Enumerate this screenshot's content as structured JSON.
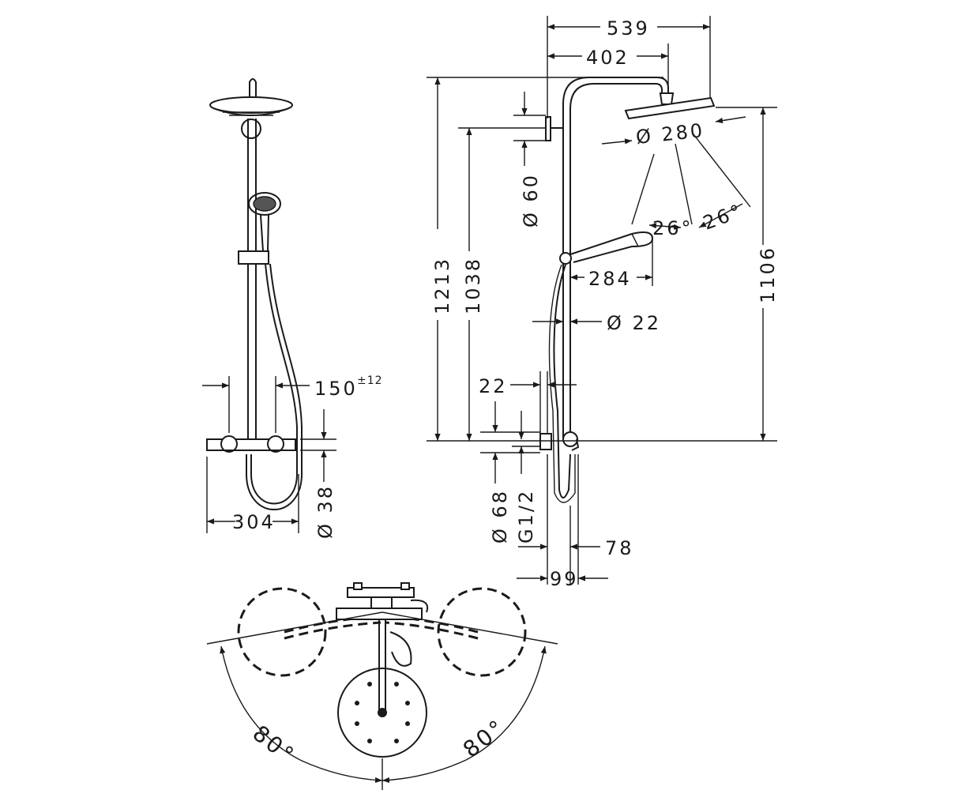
{
  "dimensions": {
    "overall_width": "539",
    "arm_length": "402",
    "total_height": "1213",
    "bracket_height": "1038",
    "head_height": "1106",
    "head_diameter": "Ø 280",
    "angle_left": "26°",
    "angle_right": "26°",
    "bracket_diameter": "Ø 60",
    "handshower_length": "284",
    "pipe_diameter": "Ø 22",
    "pipe_offset": "22",
    "inlet_diameter": "Ø 68",
    "inlet_thread": "G1/2",
    "wall_offset_78": "78",
    "wall_offset_99": "99",
    "centers": "150",
    "centers_tolerance": "±12",
    "mixer_width": "304",
    "mixer_diameter": "Ø 38",
    "swivel_left": "80°",
    "swivel_right": "80°"
  }
}
